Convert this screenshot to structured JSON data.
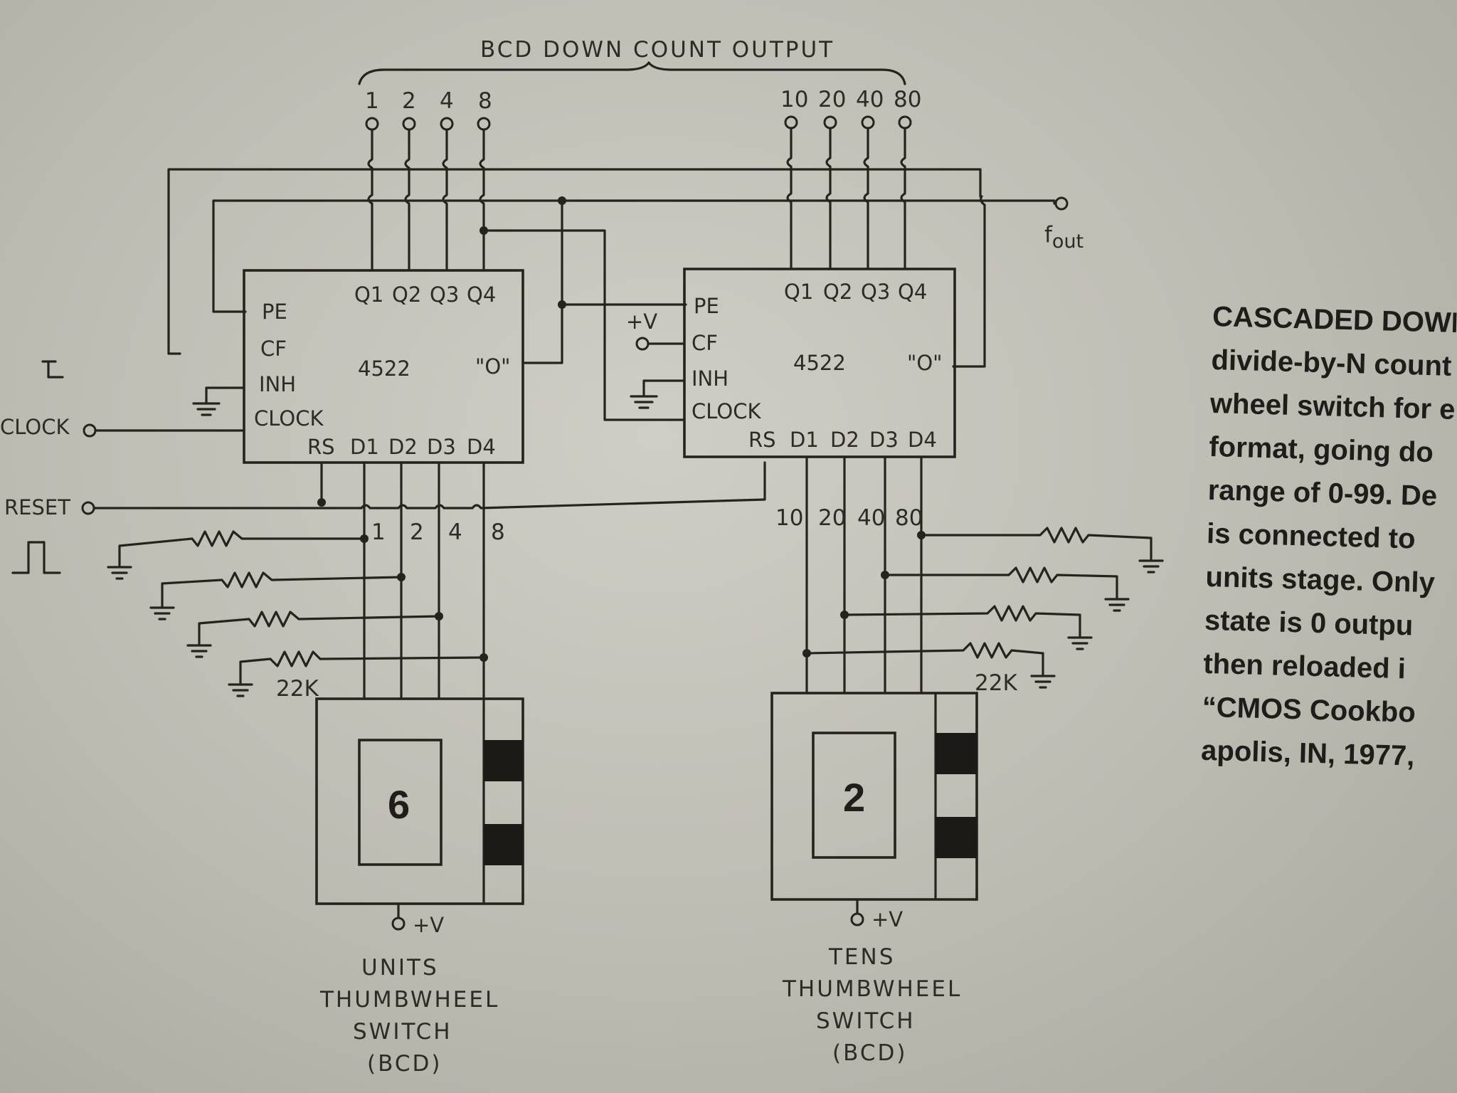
{
  "header": {
    "title": "BCD DOWN COUNT OUTPUT"
  },
  "outputs": {
    "units": [
      "1",
      "2",
      "4",
      "8"
    ],
    "tens": [
      "10",
      "20",
      "40",
      "80"
    ],
    "fout_main": "f",
    "fout_sub": "out"
  },
  "chip_left": {
    "part": "4522",
    "pins_left": [
      "PE",
      "CF",
      "INH",
      "CLOCK"
    ],
    "pins_top": [
      "Q1",
      "Q2",
      "Q3",
      "Q4"
    ],
    "pins_bottom": [
      "RS",
      "D1",
      "D2",
      "D3",
      "D4"
    ],
    "zero_out": "\"O\""
  },
  "chip_right": {
    "part": "4522",
    "pins_left": [
      "PE",
      "CF",
      "INH",
      "CLOCK"
    ],
    "pins_top": [
      "Q1",
      "Q2",
      "Q3",
      "Q4"
    ],
    "pins_bottom": [
      "RS",
      "D1",
      "D2",
      "D3",
      "D4"
    ],
    "zero_out": "\"O\""
  },
  "inputs": {
    "clock": "CLOCK",
    "reset": "RESET",
    "supply": "+V"
  },
  "data_lines": {
    "units": [
      "1",
      "2",
      "4",
      "8"
    ],
    "tens": [
      "10",
      "20",
      "40",
      "80"
    ]
  },
  "resistor_value": "22K",
  "switch_units": {
    "digit": "6",
    "supply": "+V",
    "label_lines": [
      "UNITS",
      "THUMBWHEEL",
      "SWITCH",
      "(BCD)"
    ]
  },
  "switch_tens": {
    "digit": "2",
    "supply": "+V",
    "label_lines": [
      "TENS",
      "THUMBWHEEL",
      "SWITCH",
      "(BCD)"
    ]
  },
  "caption_lines": [
    "CASCADED DOWN",
    "divide-by-N count",
    "wheel switch for e",
    "format, going do",
    "range of 0-99. De",
    "is connected to",
    "units stage. Only",
    "state is 0 outpu",
    "then reloaded i",
    "“CMOS Cookbo",
    "apolis, IN, 1977,"
  ]
}
